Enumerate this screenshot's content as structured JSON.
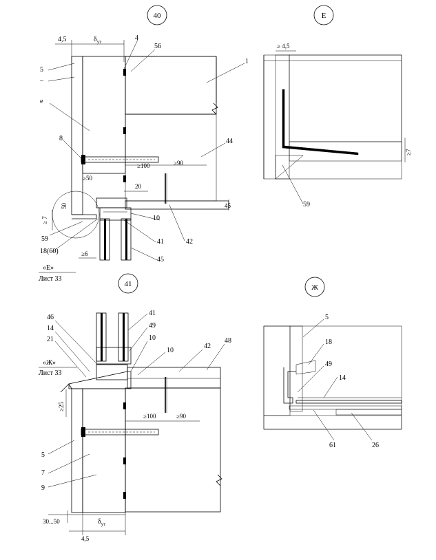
{
  "details": {
    "d40": {
      "number": "40",
      "dims": {
        "top_left": "4,5",
        "top_thk": "δ",
        "top_thk_sub": "ут",
        "ge100": "≥100",
        "ge90": "≥90",
        "ge50": "≥50",
        "d20": "20",
        "d50": "50",
        "ge7": "≥ 7",
        "d45": "45",
        "ge6": "≥6"
      },
      "callouts": [
        "5",
        "–",
        "е",
        "8",
        "4",
        "56",
        "1",
        "44",
        "10",
        "41",
        "42",
        "45",
        "59",
        "18(60)"
      ],
      "ref_mark": "«Е»",
      "ref_sheet": "Лист 33"
    },
    "dE": {
      "letter": "Е",
      "dims": {
        "top": "≥ 4,5",
        "side": "≥7"
      },
      "callouts": [
        "59"
      ]
    },
    "d41": {
      "number": "41",
      "dims": {
        "ge25": "≥25",
        "ge100": "≥100",
        "ge90": "≥90",
        "bottom_left": "30...50",
        "bottom_thk": "δ",
        "bottom_thk_sub": "ут",
        "bottom_mid": "4,5"
      },
      "callouts": [
        "46",
        "14",
        "21",
        "41",
        "49",
        "10",
        "10",
        "42",
        "48",
        "5",
        "7",
        "9"
      ],
      "ref_mark": "«Ж»",
      "ref_sheet": "Лист 33"
    },
    "dZh": {
      "letter": "Ж",
      "callouts": [
        "5",
        "18",
        "49",
        "14",
        "61",
        "26"
      ]
    }
  },
  "colors": {
    "ink": "#000000",
    "paper": "#ffffff"
  }
}
